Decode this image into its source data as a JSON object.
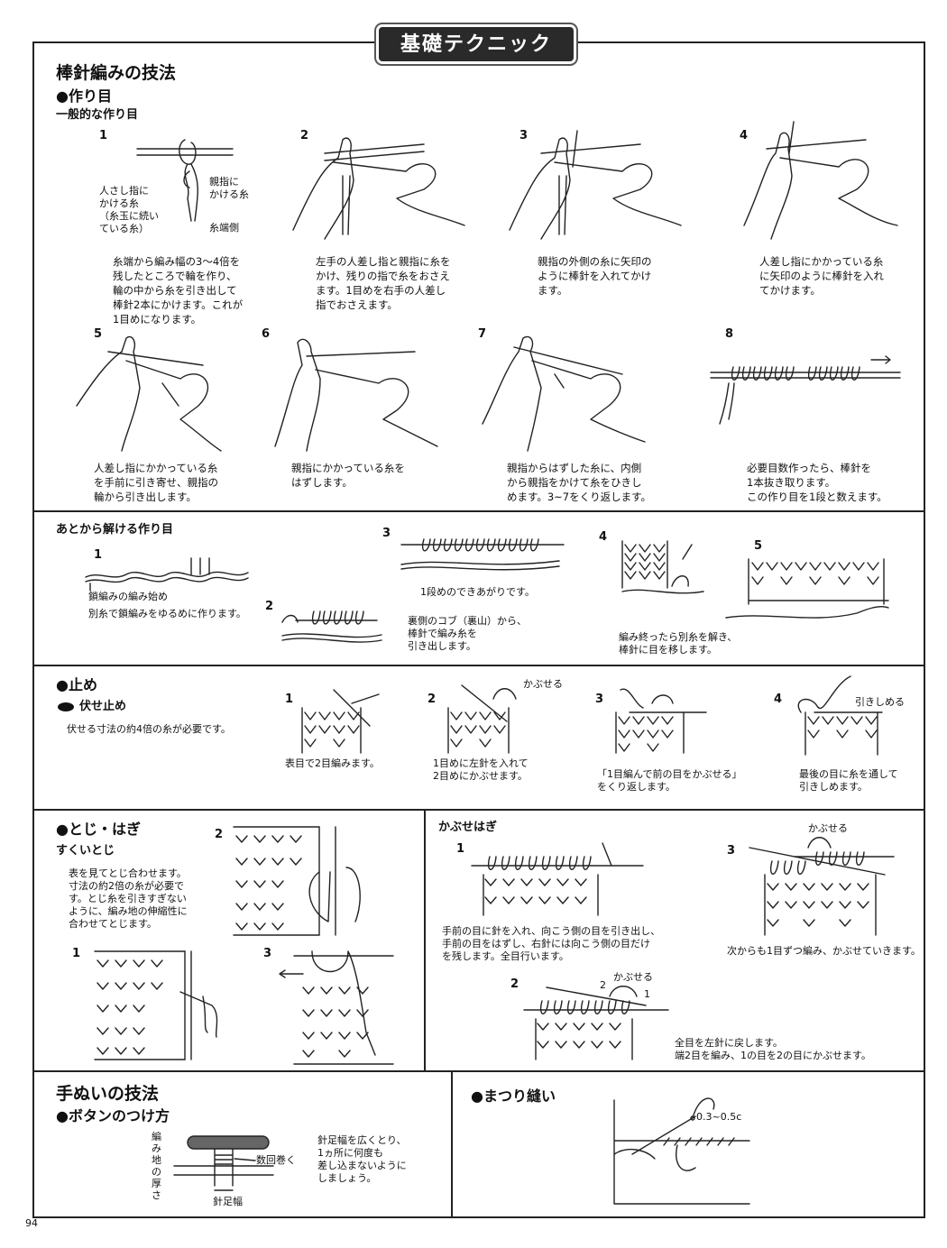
{
  "banner": "基礎テクニック",
  "page_number": "94",
  "knitting": {
    "title": "棒針編みの技法",
    "cast_on": {
      "heading": "●作り目",
      "sub": "一般的な作り目",
      "step1_labels": {
        "index_yarn": "人さし指に\nかける糸\n（糸玉に続い\nている糸）",
        "thumb_yarn": "親指に\nかける糸",
        "yarn_end": "糸端側"
      },
      "steps": [
        {
          "n": "1",
          "text": "糸端から編み幅の3～4倍を\n残したところで輪を作り、\n輪の中から糸を引き出して\n棒針2本にかけます。これが\n1目めになります。"
        },
        {
          "n": "2",
          "text": "左手の人差し指と親指に糸を\nかけ、残りの指で糸をおさえ\nます。1目めを右手の人差し\n指でおさえます。"
        },
        {
          "n": "3",
          "text": "親指の外側の糸に矢印の\nように棒針を入れてかけ\nます。"
        },
        {
          "n": "4",
          "text": "人差し指にかかっている糸\nに矢印のように棒針を入れ\nてかけます。"
        },
        {
          "n": "5",
          "text": "人差し指にかかっている糸\nを手前に引き寄せ、親指の\n輪から引き出します。"
        },
        {
          "n": "6",
          "text": "親指にかかっている糸を\nはずします。"
        },
        {
          "n": "7",
          "text": "親指からはずした糸に、内側\nから親指をかけて糸をひきし\nめます。3~7をくり返します。"
        },
        {
          "n": "8",
          "text": "必要目数作ったら、棒針を\n1本抜き取ります。\nこの作り目を1段と数えます。"
        }
      ]
    },
    "provisional": {
      "heading": "あとから解ける作り目",
      "s1_num": "1",
      "s1_label": "鎖編みの編み始め",
      "s1_text": "別糸で鎖編みをゆるめに作ります。",
      "s2_num": "2",
      "s2_text": "裏側のコブ（裏山）から、\n棒針で編み糸を\n引き出します。",
      "s3_num": "3",
      "s3_text": "1段めのできあがりです。",
      "s4_num": "4",
      "s4_text": "編み終ったら別糸を解き、\n棒針に目を移します。",
      "s5_num": "5"
    },
    "bind_off": {
      "heading": "●止め",
      "sub": "伏せ止め",
      "note": "伏せる寸法の約4倍の糸が必要です。",
      "steps": [
        {
          "n": "1",
          "text": "表目で2目編みます。"
        },
        {
          "n": "2",
          "label": "かぶせる",
          "text": "1目めに左針を入れて\n2目めにかぶせます。"
        },
        {
          "n": "3",
          "text": "「1目編んで前の目をかぶせる」\nをくり返します。"
        },
        {
          "n": "4",
          "label": "引きしめる",
          "text": "最後の目に糸を通して\n引きしめます。"
        }
      ]
    },
    "seaming": {
      "heading": "●とじ・はぎ",
      "sub": "すくいとじ",
      "text": "表を見てとじ合わせます。\n寸法の約2倍の糸が必要で\nす。とじ糸を引きすぎない\nように、編み地の伸縮性に\n合わせてとじます。",
      "nums": [
        "1",
        "2",
        "3"
      ]
    },
    "bind_graft": {
      "heading": "かぶせはぎ",
      "s1_num": "1",
      "s1_text": "手前の目に針を入れ、向こう側の目を引き出し、\n手前の目をはずし、右針には向こう側の目だけ\nを残します。全目行います。",
      "s2_num": "2",
      "s2_label": "かぶせる",
      "s2_marks": [
        "2",
        "1"
      ],
      "s2_text": "全目を左針に戻します。\n端2目を編み、1の目を2の目にかぶせます。",
      "s3_num": "3",
      "s3_label": "かぶせる",
      "s3_text": "次からも1目ずつ編み、かぶせていきます。"
    }
  },
  "sewing": {
    "title": "手ぬいの技法",
    "button": {
      "heading": "●ボタンのつけ方",
      "thickness": "編み地の厚さ",
      "wraps": "数回巻く",
      "shank": "針足幅",
      "text": "針足幅を広くとり、\n1ヵ所に何度も\n差し込まないように\nしましょう。"
    },
    "whip": {
      "heading": "●まつり縫い",
      "measure": "0.3~0.5c"
    }
  }
}
